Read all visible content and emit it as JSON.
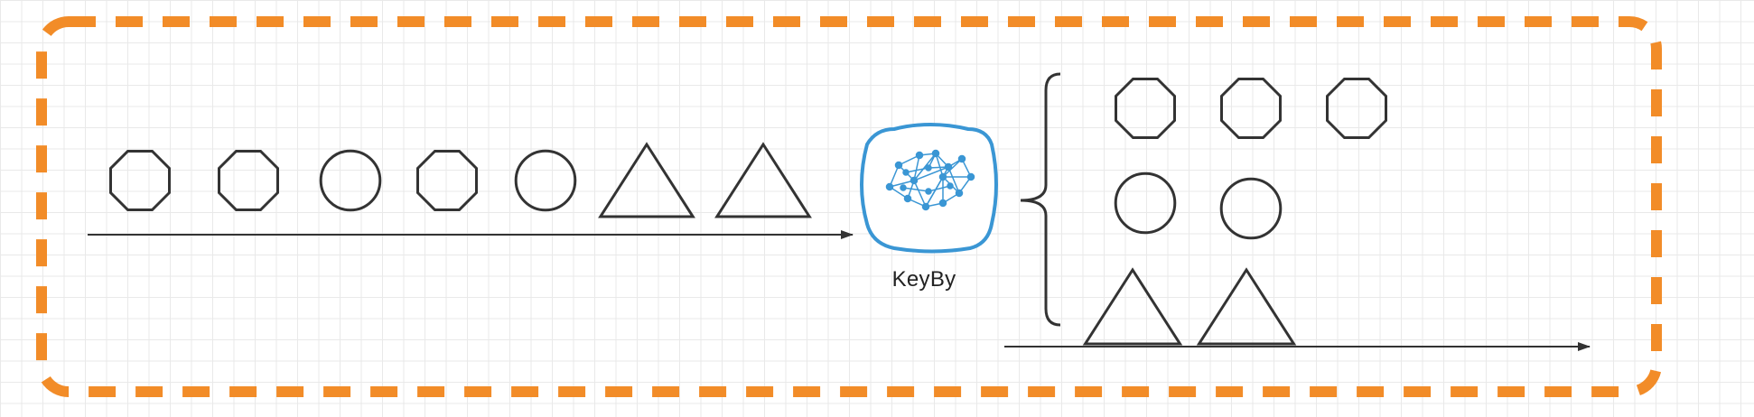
{
  "colors": {
    "frame_border": "#f28c28",
    "shape_stroke": "#333333",
    "arrow": "#333333",
    "keyby_accent": "#3a96d4",
    "grid": "#e9e9e9"
  },
  "input_stream": {
    "items": [
      {
        "shape": "octagon",
        "icon": "octagon-icon"
      },
      {
        "shape": "octagon",
        "icon": "octagon-icon"
      },
      {
        "shape": "circle",
        "icon": "circle-icon"
      },
      {
        "shape": "octagon",
        "icon": "octagon-icon"
      },
      {
        "shape": "circle",
        "icon": "circle-icon"
      },
      {
        "shape": "triangle",
        "icon": "triangle-icon"
      },
      {
        "shape": "triangle",
        "icon": "triangle-icon"
      }
    ]
  },
  "operator": {
    "label": "KeyBy",
    "icon": "network-brain-icon"
  },
  "output_groups": [
    {
      "shape": "octagon",
      "count": 3
    },
    {
      "shape": "circle",
      "count": 2
    },
    {
      "shape": "triangle",
      "count": 2
    }
  ]
}
